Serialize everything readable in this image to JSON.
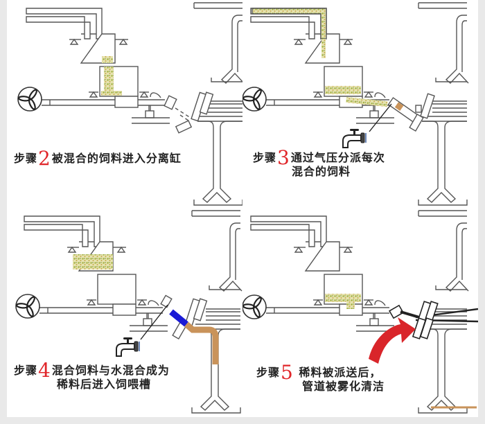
{
  "title": "Liquid feeding system steps 2-5",
  "colors": {
    "pipe_stroke": "#555555",
    "step_number": "#e0262a",
    "feed_mix": "#c9c27a",
    "feed_mix_dark": "#8a9a3a",
    "water_blue": "#1a1ad6",
    "slurry_brown": "#c9935a",
    "arrow_red": "#d9252a",
    "frame_gray": "#e9e9e9"
  },
  "panels": [
    {
      "id": "step2",
      "step_prefix": "步骤",
      "step_number": "2",
      "line1": "被混合的饲料进入分离缸",
      "line2": "",
      "icons": [
        "fan-icon",
        "scale-icon",
        "valve-icon"
      ]
    },
    {
      "id": "step3",
      "step_prefix": "步骤",
      "step_number": "3",
      "line1": "通过气压分派每次",
      "line2": "混合的饲料",
      "icons": [
        "fan-icon",
        "scale-icon",
        "water-tap-icon",
        "valve-icon"
      ]
    },
    {
      "id": "step4",
      "step_prefix": "步骤",
      "step_number": "4",
      "line1": "混合饲料与水混合成为",
      "line2": "稀料后进入饲喂槽",
      "icons": [
        "fan-icon",
        "scale-icon",
        "water-tap-icon",
        "valve-icon"
      ]
    },
    {
      "id": "step5",
      "step_prefix": "步骤",
      "step_number": "5",
      "line1": "稀料被派送后，",
      "line2": "管道被雾化清洁",
      "icons": [
        "fan-icon",
        "scale-icon",
        "red-arrow-icon",
        "valve-icon"
      ]
    }
  ]
}
